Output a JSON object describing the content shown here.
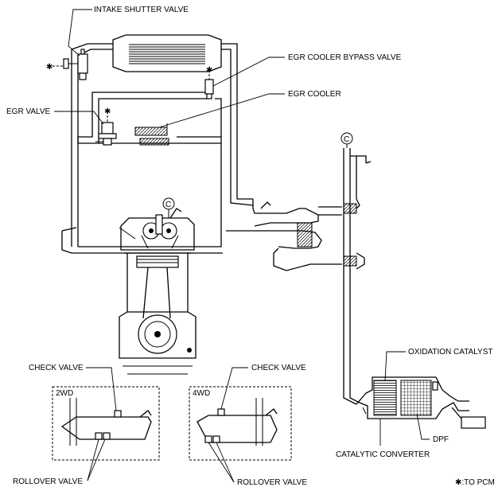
{
  "labels": {
    "intake_shutter_valve": "INTAKE SHUTTER VALVE",
    "egr_cooler_bypass_valve": "EGR COOLER BYPASS VALVE",
    "egr_cooler": "EGR COOLER",
    "egr_valve": "EGR VALVE",
    "check_valve_2wd": "CHECK VALVE",
    "check_valve_4wd": "CHECK VALVE",
    "oxidation_catalyst": "OXIDATION CATALYST",
    "dpf": "DPF",
    "catalytic_converter": "CATALYTIC CONVERTER",
    "rollover_valve_2wd": "ROLLOVER VALVE",
    "rollover_valve_4wd": "ROLLOVER VALVE",
    "to_pcm": "✱:TO PCM",
    "box_2wd": "2WD",
    "box_4wd": "4WD",
    "pcm_star": "✱",
    "connector_c": "C"
  }
}
